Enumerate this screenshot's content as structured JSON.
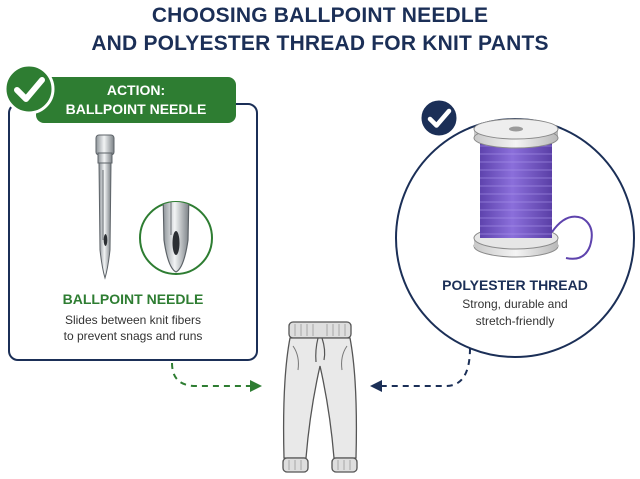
{
  "title": {
    "line1": "CHOOSING BALLPOINT NEEDLE",
    "line2": "AND POLYESTER THREAD FOR KNIT PANTS"
  },
  "needle_panel": {
    "banner_line1": "ACTION:",
    "banner_line2": "BALLPOINT NEEDLE",
    "badge_icon": "check-icon",
    "heading": "BALLPOINT NEEDLE",
    "description_line1": "Slides between knit fibers",
    "description_line2": "to prevent snags and runs"
  },
  "thread_panel": {
    "badge_icon": "check-icon",
    "heading": "POLYESTER THREAD",
    "description_line1": "Strong, durable and",
    "description_line2": "stretch-friendly"
  },
  "pants_icon": "knit-pants-icon",
  "colors": {
    "navy": "#1b2f57",
    "green": "#2e7d32",
    "thread_purple": "#7a5cc9"
  }
}
